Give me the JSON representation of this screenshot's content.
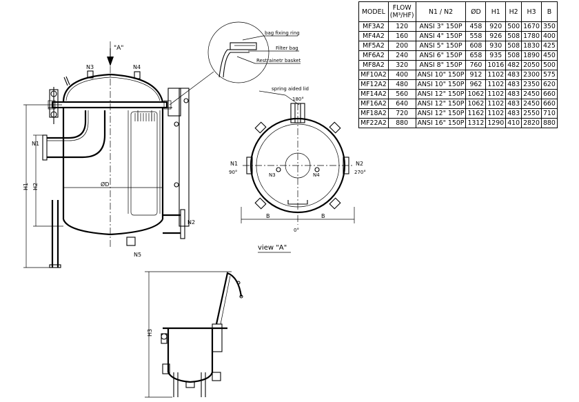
{
  "table": {
    "headers": [
      "MODEL",
      "FLOW",
      "(M³/HF)",
      "N1 / N2",
      "ØD",
      "H1",
      "H2",
      "H3",
      "B"
    ],
    "rows": [
      [
        "MF3A2",
        "120",
        "ANSI 3\" 150P",
        "458",
        "920",
        "500",
        "1670",
        "350"
      ],
      [
        "MF4A2",
        "160",
        "ANSI 4\" 150P",
        "558",
        "926",
        "508",
        "1780",
        "400"
      ],
      [
        "MF5A2",
        "200",
        "ANSI 5\" 150P",
        "608",
        "930",
        "508",
        "1830",
        "425"
      ],
      [
        "MF6A2",
        "240",
        "ANSI 6\" 150P",
        "658",
        "935",
        "508",
        "1890",
        "450"
      ],
      [
        "MF8A2",
        "320",
        "ANSI 8\" 150P",
        "760",
        "1016",
        "482",
        "2050",
        "500"
      ],
      [
        "MF10A2",
        "400",
        "ANSI 10\" 150P",
        "912",
        "1102",
        "483",
        "2300",
        "575"
      ],
      [
        "MF12A2",
        "480",
        "ANSI 10\" 150P",
        "962",
        "1102",
        "483",
        "2350",
        "620"
      ],
      [
        "MF14A2",
        "560",
        "ANSI 12\" 150P",
        "1062",
        "1102",
        "483",
        "2450",
        "660"
      ],
      [
        "MF16A2",
        "640",
        "ANSI 12\" 150P",
        "1062",
        "1102",
        "483",
        "2450",
        "660"
      ],
      [
        "MF18A2",
        "720",
        "ANSI 12\" 150P",
        "1162",
        "1102",
        "483",
        "2550",
        "710"
      ],
      [
        "MF22A2",
        "880",
        "ANSI 16\" 150P",
        "1312",
        "1290",
        "410",
        "2820",
        "880"
      ]
    ]
  },
  "labels": {
    "view_arrow": "\"A\"",
    "n1": "N1",
    "n2": "N2",
    "n3": "N3",
    "n4": "N4",
    "n5": "N5",
    "h1": "H1",
    "h2": "H2",
    "h3": "H3",
    "od": "ØD",
    "bag_fixing_ring": "bag fixing ring",
    "filter_bag": "Filter bag",
    "restrainer_basket": "Restrainetr basket",
    "spring_aided_lid": "spring aided lid",
    "deg_180": "180°",
    "deg_90": "90°",
    "deg_270": "270°",
    "deg_0": "0°",
    "b": "B",
    "view_a": "view \"A\""
  }
}
